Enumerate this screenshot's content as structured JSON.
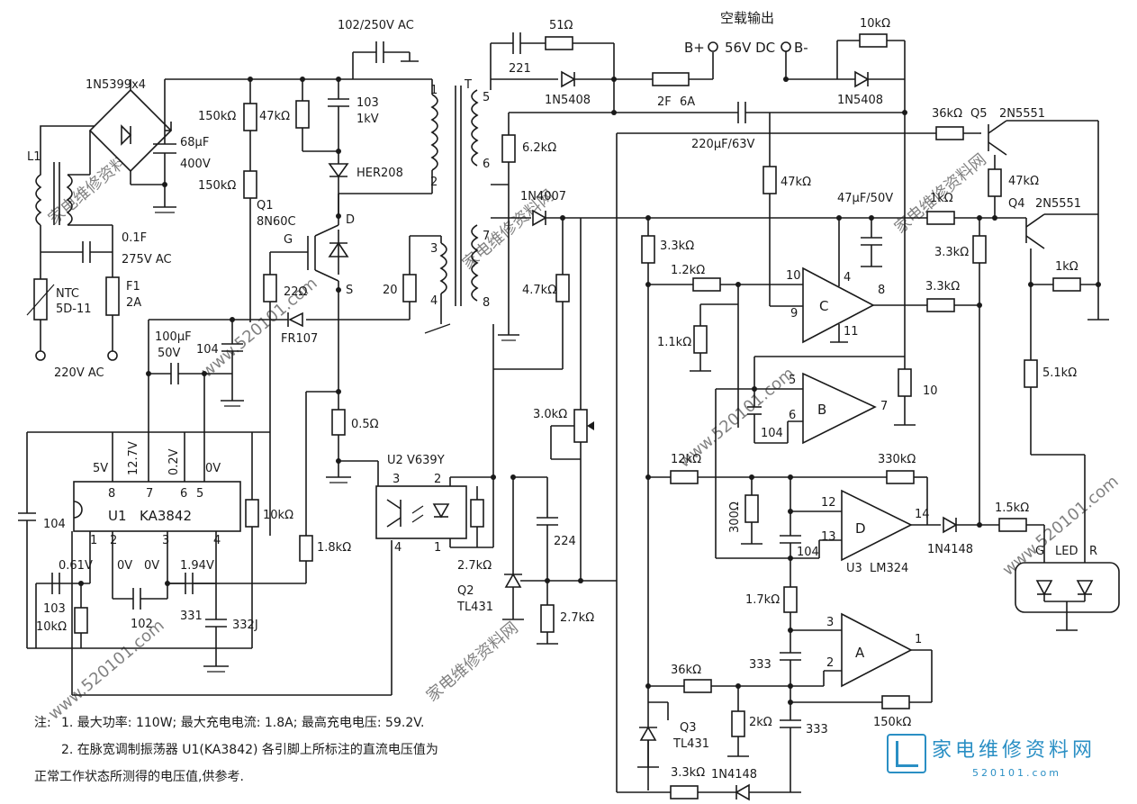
{
  "title": "空载输出",
  "output": {
    "b_plus": "B+",
    "voltage": "56V DC",
    "b_minus": "B-"
  },
  "input": {
    "ac": "220V AC",
    "ntc": "NTC",
    "ntc_model": "5D-11",
    "fuse": "F1",
    "fuse_value": "2A"
  },
  "components": {
    "bridge": "1N5399x4",
    "L1": "L1",
    "c_input": "0.1F",
    "c_input_v": "275V AC",
    "c_bulk": "68µF",
    "c_bulk_v": "400V",
    "c_y": "102/250V AC",
    "r150a": "150kΩ",
    "r150b": "150kΩ",
    "r47k": "47kΩ",
    "c103": "103",
    "c103_v": "1kV",
    "her208": "HER208",
    "q1": "Q1",
    "q1_model": "8N60C",
    "q1_g": "G",
    "q1_d": "D",
    "q1_s": "S",
    "r22": "22Ω",
    "r20": "20",
    "fr107": "FR107",
    "c100u": "100µF",
    "c100u_v": "50V",
    "c104a": "104",
    "r05": "0.5Ω",
    "u1": "U1",
    "u1_model": "KA3842",
    "pin8v": "5V",
    "pin7v": "12.7V",
    "pin6v": "0.2V",
    "pin5v": "0V",
    "pin1v": "0.61V",
    "pin2v": "0V",
    "pin3v": "0V",
    "pin4v": "1.94V",
    "p1": "1",
    "p2": "2",
    "p3": "3",
    "p4": "4",
    "p5": "5",
    "p6": "6",
    "p7": "7",
    "p8": "8",
    "c104b": "104",
    "c103b": "103",
    "r10k_a": "10kΩ",
    "c102": "102",
    "r331": "331",
    "c332": "332J",
    "r10k_b": "10kΩ",
    "r18k": "1.8kΩ",
    "u2": "U2",
    "u2_model": "V639Y",
    "q2": "Q2",
    "q2_model": "TL431",
    "r27k_a": "2.7kΩ",
    "r27k_b": "2.7kΩ",
    "c224": "224",
    "r30k": "3.0kΩ",
    "r47k_b": "4.7kΩ",
    "c221": "221",
    "r51": "51Ω",
    "d5408a": "1N5408",
    "fuse2": "2F",
    "fuse2_v": "6A",
    "r10k_c": "10kΩ",
    "d5408b": "1N5408",
    "c220u": "220µF/63V",
    "r62k": "6.2kΩ",
    "d4007": "1N4007",
    "t_label": "T",
    "tp1": "1",
    "tp2": "2",
    "tp3": "3",
    "tp4": "4",
    "tp5": "5",
    "tp6": "6",
    "tp7": "7",
    "tp8": "8",
    "r33k_a": "3.3kΩ",
    "r12k": "1.2kΩ",
    "r11k": "1.1kΩ",
    "r47k_c": "47kΩ",
    "c47u": "47µF/50V",
    "r1k_a": "1kΩ",
    "r36k_a": "36kΩ",
    "q5": "Q5",
    "q5_model": "2N5551",
    "r47k_d": "47kΩ",
    "q4": "Q4",
    "q4_model": "2N5551",
    "r33k_b": "3.3kΩ",
    "r33k_c": "3.3kΩ",
    "r1k_b": "1kΩ",
    "r10ohm": "10",
    "r51k": "5.1kΩ",
    "opC": "C",
    "opB": "B",
    "opD": "D",
    "opA": "A",
    "c104c": "104",
    "r12k_b": "12kΩ",
    "r330k": "330kΩ",
    "r300": "300Ω",
    "c104d": "104",
    "d4148a": "1N4148",
    "r15k": "1.5kΩ",
    "led": "LED",
    "led_g": "G",
    "led_r": "R",
    "u3": "U3",
    "u3_model": "LM324",
    "r17k": "1.7kΩ",
    "c333a": "333",
    "c333b": "333",
    "r36k_b": "36kΩ",
    "q3": "Q3",
    "q3_model": "TL431",
    "r2k": "2kΩ",
    "r150k": "150kΩ",
    "r33k_d": "3.3kΩ",
    "d4148b": "1N4148",
    "pC10": "10",
    "pC9": "9",
    "pC4": "4",
    "pC8": "8",
    "pC11": "11",
    "pB5": "5",
    "pB6": "6",
    "pB7": "7",
    "pD12": "12",
    "pD13": "13",
    "pD14": "14",
    "pA3": "3",
    "pA2": "2",
    "pA1": "1"
  },
  "notes": {
    "prefix": "注:",
    "line1": "1. 最大功率: 110W; 最大充电电流: 1.8A; 最高充电电压: 59.2V.",
    "line2": "2. 在脉宽调制振荡器 U1(KA3842) 各引脚上所标注的直流电压值为",
    "line3": "正常工作状态所测得的电压值,供参考."
  },
  "watermark": {
    "text": "家电维修资料网",
    "url": "www.520101.com",
    "logo_name": "家电维修资料网",
    "logo_url": "520101.com"
  },
  "colors": {
    "line": "#1a1a1a",
    "watermark": "#b9d4e6",
    "logo": "#2a8fc4"
  }
}
